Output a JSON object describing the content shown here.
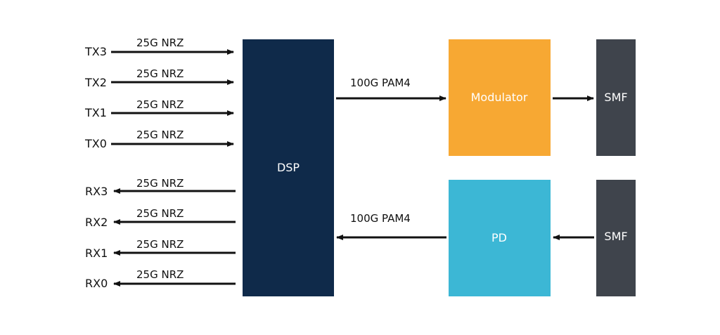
{
  "colors": {
    "dsp": "#0f2a4a",
    "modulator": "#f7a833",
    "pd": "#3cb7d5",
    "smf": "#3f444c",
    "line": "#111111",
    "background": "#ffffff"
  },
  "blocks": {
    "dsp": "DSP",
    "modulator": "Modulator",
    "pd": "PD",
    "smf_tx": "SMF",
    "smf_rx": "SMF"
  },
  "links": {
    "tx_main": "100G PAM4",
    "rx_main": "100G PAM4"
  },
  "tx_ports": [
    {
      "name": "TX3",
      "rate": "25G NRZ"
    },
    {
      "name": "TX2",
      "rate": "25G NRZ"
    },
    {
      "name": "TX1",
      "rate": "25G NRZ"
    },
    {
      "name": "TX0",
      "rate": "25G NRZ"
    }
  ],
  "rx_ports": [
    {
      "name": "RX3",
      "rate": "25G NRZ"
    },
    {
      "name": "RX2",
      "rate": "25G NRZ"
    },
    {
      "name": "RX1",
      "rate": "25G NRZ"
    },
    {
      "name": "RX0",
      "rate": "25G NRZ"
    }
  ]
}
